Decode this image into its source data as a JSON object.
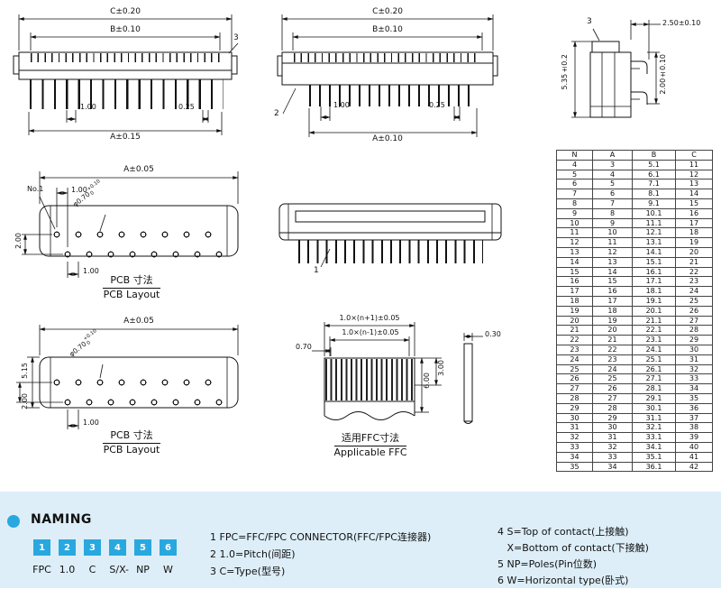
{
  "colors": {
    "accent": "#29a8df",
    "footer_bg": "#ddeef8",
    "ink": "#111111"
  },
  "views": {
    "front_left": {
      "dim_c": "C±0.20",
      "dim_b": "B±0.10",
      "callout": "3",
      "dim_pitch": "1.00",
      "dim_pin_w": "0.25",
      "dim_a": "A±0.15"
    },
    "front_mid": {
      "dim_c": "C±0.20",
      "dim_b": "B±0.10",
      "callout": "2",
      "dim_pitch": "1.00",
      "dim_pin_w": "0.25",
      "dim_a": "A±0.10"
    },
    "side": {
      "callout": "3",
      "dim_width": "2.50±0.10",
      "dim_height": "2.00±0.10",
      "dim_total": "5.35±0.2"
    },
    "pcb_top": {
      "dim_a": "A±0.05",
      "pin1_label": "No.1",
      "dim_pitch_top": "1.00",
      "hole": "φ0.70",
      "tol_up": "+0.10",
      "tol_dn": "0",
      "dim_rows": "2.00",
      "dim_pitch_bottom": "1.00",
      "title_cn": "PCB 寸法",
      "title_en": "PCB Layout"
    },
    "rear": {
      "callout": "1"
    },
    "pcb_bottom": {
      "dim_a": "A±0.05",
      "hole": "φ0.70",
      "tol_up": "+0.10",
      "tol_dn": "0",
      "dim_total": "5.15",
      "dim_rows": "2.00",
      "dim_pitch": "1.00",
      "title_cn": "PCB 寸法",
      "title_en": "PCB Layout"
    },
    "ffc": {
      "dim_w_outer": "1.0×(n+1)±0.05",
      "dim_w_inner": "1.0×(n-1)±0.05",
      "dim_margin": "0.70",
      "dim_thickness": "0.30",
      "dim_exposed": "6.00",
      "dim_stiffener": "3.00",
      "title_cn": "适用FFC寸法",
      "title_en": "Applicable FFC"
    }
  },
  "table": {
    "headers": [
      "N",
      "A",
      "B",
      "C"
    ],
    "rows": [
      [
        "4",
        "3",
        "5.1",
        "11"
      ],
      [
        "5",
        "4",
        "6.1",
        "12"
      ],
      [
        "6",
        "5",
        "7.1",
        "13"
      ],
      [
        "7",
        "6",
        "8.1",
        "14"
      ],
      [
        "8",
        "7",
        "9.1",
        "15"
      ],
      [
        "9",
        "8",
        "10.1",
        "16"
      ],
      [
        "10",
        "9",
        "11.1",
        "17"
      ],
      [
        "11",
        "10",
        "12.1",
        "18"
      ],
      [
        "12",
        "11",
        "13.1",
        "19"
      ],
      [
        "13",
        "12",
        "14.1",
        "20"
      ],
      [
        "14",
        "13",
        "15.1",
        "21"
      ],
      [
        "15",
        "14",
        "16.1",
        "22"
      ],
      [
        "16",
        "15",
        "17.1",
        "23"
      ],
      [
        "17",
        "16",
        "18.1",
        "24"
      ],
      [
        "18",
        "17",
        "19.1",
        "25"
      ],
      [
        "19",
        "18",
        "20.1",
        "26"
      ],
      [
        "20",
        "19",
        "21.1",
        "27"
      ],
      [
        "21",
        "20",
        "22.1",
        "28"
      ],
      [
        "22",
        "21",
        "23.1",
        "29"
      ],
      [
        "23",
        "22",
        "24.1",
        "30"
      ],
      [
        "24",
        "23",
        "25.1",
        "31"
      ],
      [
        "25",
        "24",
        "26.1",
        "32"
      ],
      [
        "26",
        "25",
        "27.1",
        "33"
      ],
      [
        "27",
        "26",
        "28.1",
        "34"
      ],
      [
        "28",
        "27",
        "29.1",
        "35"
      ],
      [
        "29",
        "28",
        "30.1",
        "36"
      ],
      [
        "30",
        "29",
        "31.1",
        "37"
      ],
      [
        "31",
        "30",
        "32.1",
        "38"
      ],
      [
        "32",
        "31",
        "33.1",
        "39"
      ],
      [
        "33",
        "32",
        "34.1",
        "40"
      ],
      [
        "34",
        "33",
        "35.1",
        "41"
      ],
      [
        "35",
        "34",
        "36.1",
        "42"
      ]
    ]
  },
  "naming": {
    "title": "NAMING",
    "boxes": [
      {
        "num": "1",
        "label": "FPC"
      },
      {
        "num": "2",
        "label": "1.0"
      },
      {
        "num": "3",
        "label": "C"
      },
      {
        "num": "4",
        "label": "S/X"
      },
      {
        "num": "5",
        "label": "NP"
      },
      {
        "num": "6",
        "label": "W"
      }
    ],
    "dash": "-",
    "notes_left": [
      "1 FPC=FFC/FPC CONNECTOR(FFC/FPC连接器)",
      "2 1.0=Pitch(间距)",
      "3 C=Type(型号)"
    ],
    "notes_right": [
      "4 S=Top of contact(上接触)",
      "   X=Bottom of contact(下接触)",
      "5 NP=Poles(Pin位数)",
      "6 W=Horizontal type(卧式)"
    ]
  }
}
